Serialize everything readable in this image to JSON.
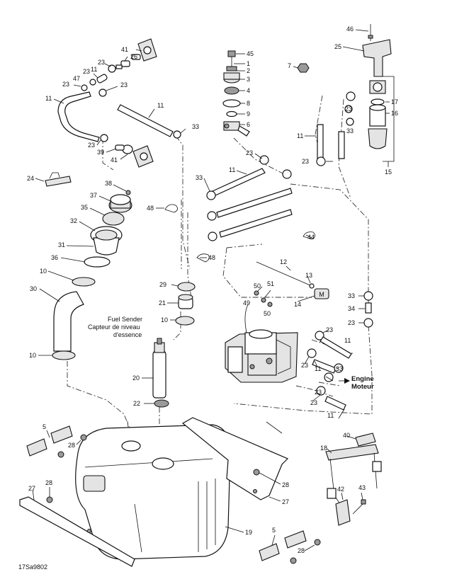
{
  "callouts": [
    "1",
    "2",
    "3",
    "4",
    "5",
    "6",
    "7",
    "8",
    "9",
    "10",
    "11",
    "12",
    "13",
    "14",
    "15",
    "16",
    "17",
    "18",
    "19",
    "20",
    "21",
    "22",
    "23",
    "24",
    "25",
    "26",
    "27",
    "28",
    "29",
    "30",
    "31",
    "32",
    "33",
    "34",
    "35",
    "36",
    "37",
    "38",
    "39",
    "40",
    "41",
    "42",
    "43",
    "44",
    "45",
    "46",
    "47",
    "48",
    "49",
    "50",
    "51"
  ],
  "fuel_sender_label_en": "Fuel Sender",
  "fuel_sender_label_fr_1": "Capteur de niveau",
  "fuel_sender_label_fr_2": "d'essence",
  "engine_label_en": "Engine",
  "engine_label_fr": "Moteur",
  "drawing_code": "17Sa9802"
}
